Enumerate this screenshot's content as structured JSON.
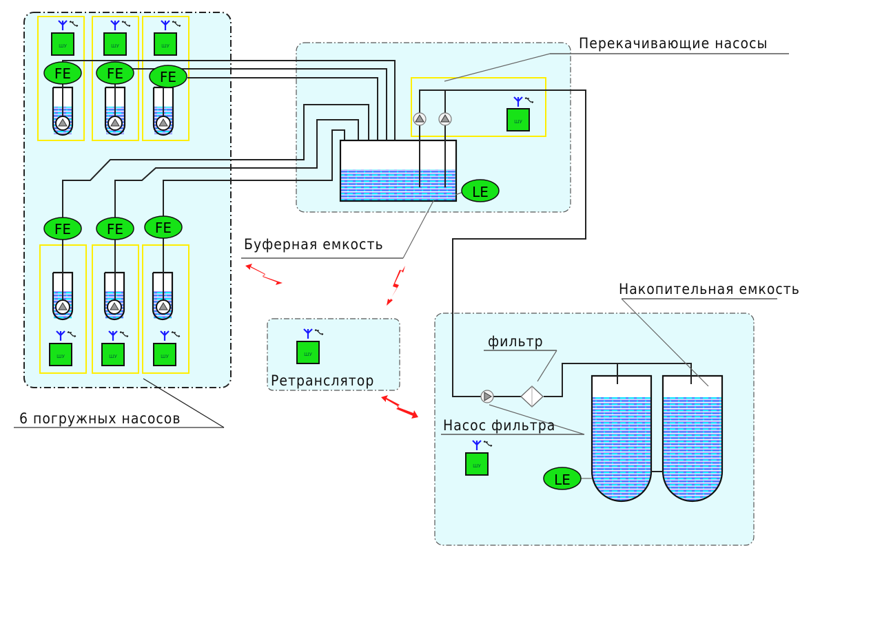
{
  "diagram": {
    "title": "Pumping system scheme",
    "labels": {
      "submersible_pumps": "6 погружных насосов",
      "transfer_pumps": "Перекачивающие насосы",
      "buffer_tank": "Буферная емкость",
      "repeater": "Ретранслятор",
      "filter": "фильтр",
      "filter_pump": "Насос фильтра",
      "storage_tank": "Накопительная емкость"
    },
    "instrument_tags": {
      "flow": "FE",
      "level": "LE",
      "control_cabinet": "ШУ"
    },
    "submersible_units": [
      {
        "row": "top",
        "index": 1,
        "sensor": "FE",
        "cabinet": "ШУ"
      },
      {
        "row": "top",
        "index": 2,
        "sensor": "FE",
        "cabinet": "ШУ"
      },
      {
        "row": "top",
        "index": 3,
        "sensor": "FE",
        "cabinet": "ШУ"
      },
      {
        "row": "bottom",
        "index": 4,
        "sensor": "FE",
        "cabinet": "ШУ"
      },
      {
        "row": "bottom",
        "index": 5,
        "sensor": "FE",
        "cabinet": "ШУ"
      },
      {
        "row": "bottom",
        "index": 6,
        "sensor": "FE",
        "cabinet": "ШУ"
      }
    ],
    "transfer_pump_count": 2,
    "storage_tank_count": 2,
    "colors": {
      "area_fill": "#e2fbfd",
      "sensor_green": "#16e316",
      "cabinet_green": "#17e317",
      "antenna_blue": "#1a1aff",
      "group_yellow": "#ffee00",
      "wireless_red": "#ff1a1a",
      "water_cyan": "#00e5ff",
      "water_blue": "#3a7bff",
      "water_violet": "#b08cff"
    }
  }
}
